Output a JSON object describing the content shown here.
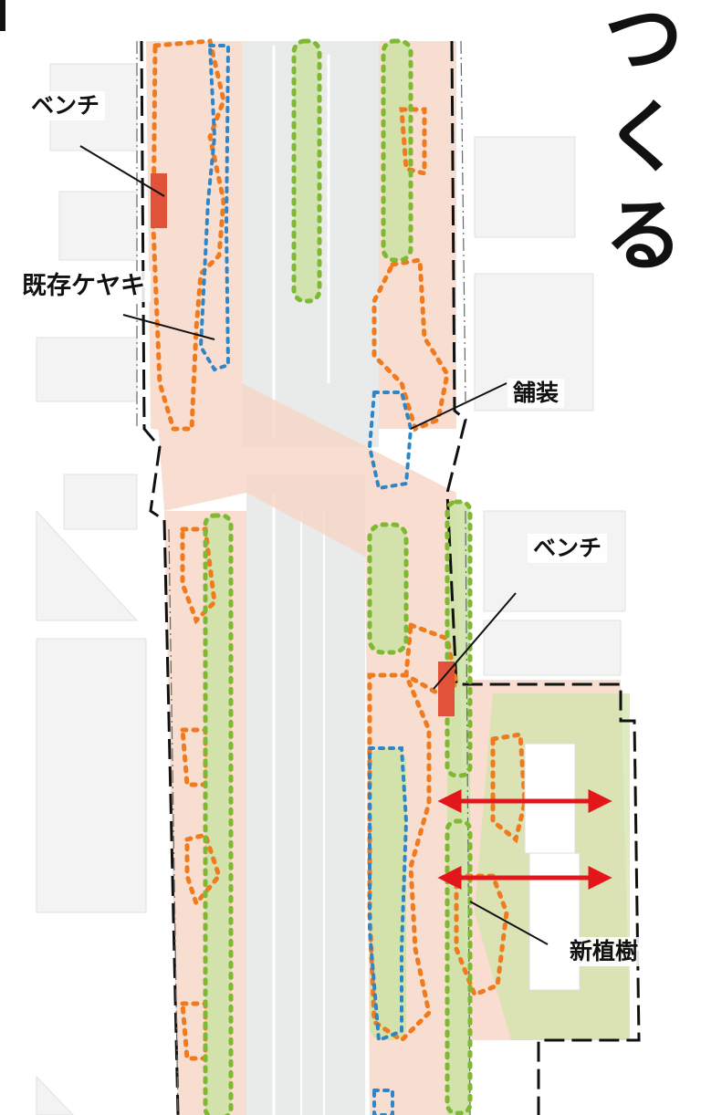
{
  "title": {
    "text": "つくる",
    "chars": [
      "つ",
      "く",
      "る"
    ]
  },
  "labels": {
    "bench_top": "ベンチ",
    "existing_zelkova": "既存ケヤキ",
    "paving": "舗装",
    "bench_mid": "ベンチ",
    "new_trees": "新植樹"
  },
  "colors": {
    "paving_outline": "#f07a1e",
    "planting_outline": "#7fb832",
    "existing_tree_outline": "#2e86c8",
    "bench": "#e0533a",
    "arrow": "#e3171b",
    "road": "#e9eaea",
    "paving_fill": "#f7d8c8",
    "planting_fill": "#cfe3a8",
    "text": "#111111"
  },
  "icons": [
    "double-headed-arrow-icon",
    "bench-icon",
    "leader-line"
  ]
}
